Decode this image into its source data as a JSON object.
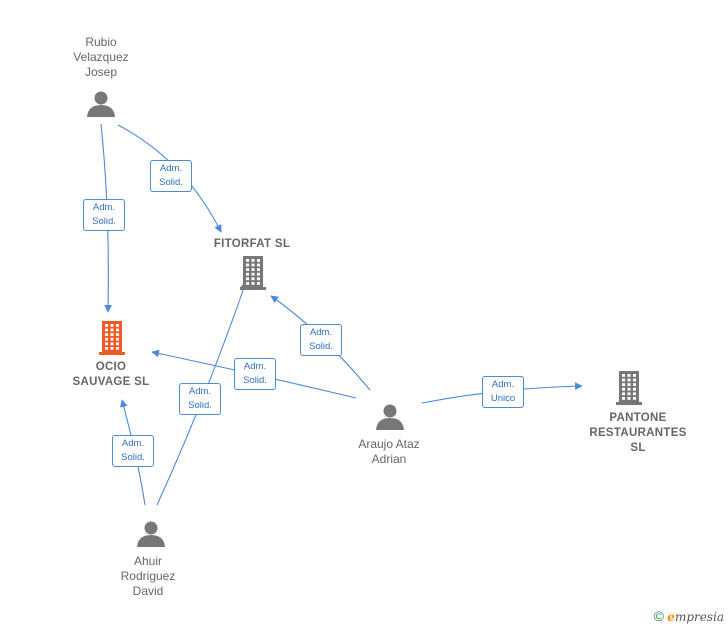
{
  "colors": {
    "edge": "#4a8ad8",
    "person": "#777777",
    "company": "#777777",
    "company_highlight": "#f05a28"
  },
  "nodes": {
    "rubio": {
      "type": "person",
      "label": "Rubio\nVelazquez\nJosep"
    },
    "fitorfat": {
      "type": "company",
      "label": "FITORFAT  SL"
    },
    "ocio": {
      "type": "company-highlight",
      "label": "OCIO\nSAUVAGE  SL"
    },
    "araujo": {
      "type": "person",
      "label": "Araujo Ataz\nAdrian"
    },
    "pantone": {
      "type": "company",
      "label": "PANTONE\nRESTAURANTES\nSL"
    },
    "ahuir": {
      "type": "person",
      "label": "Ahuir\nRodriguez\nDavid"
    }
  },
  "edges": [
    {
      "from": "rubio",
      "to": "fitorfat",
      "label": "Adm.\nSolid."
    },
    {
      "from": "rubio",
      "to": "ocio",
      "label": "Adm.\nSolid."
    },
    {
      "from": "araujo",
      "to": "fitorfat",
      "label": "Adm.\nSolid."
    },
    {
      "from": "araujo",
      "to": "ocio",
      "label": "Adm.\nSolid."
    },
    {
      "from": "araujo",
      "to": "pantone",
      "label": "Adm.\nUnico"
    },
    {
      "from": "ahuir",
      "to": "ocio",
      "label": "Adm.\nSolid."
    },
    {
      "from": "ahuir",
      "to": "fitorfat",
      "label": "Adm.\nSolid."
    }
  ],
  "watermark": {
    "copyright": "©",
    "brand_e": "e",
    "brand_rest": "mpresia"
  }
}
